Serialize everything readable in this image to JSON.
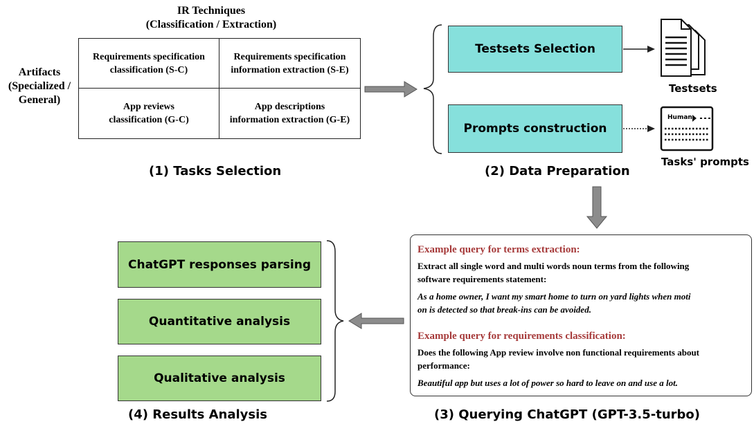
{
  "tasks": {
    "ir_title_line1": "IR Techniques",
    "ir_title_line2": "(Classification / Extraction)",
    "artifacts_line1": "Artifacts",
    "artifacts_line2": "(Specialized /",
    "artifacts_line3": "General)",
    "cell_sc_line1": "Requirements specification",
    "cell_sc_line2": "classification (S-C)",
    "cell_se_line1": "Requirements specification",
    "cell_se_line2": "information extraction (S-E)",
    "cell_gc_line1": "App reviews",
    "cell_gc_line2": "classification (G-C)",
    "cell_ge_line1": "App descriptions",
    "cell_ge_line2": "information extraction (G-E)",
    "label": "(1) Tasks Selection"
  },
  "data_preparation": {
    "testsets_box": "Testsets Selection",
    "prompts_box": "Prompts construction",
    "testsets_icon_label": "Testsets",
    "prompts_icon_label": "Tasks' prompts",
    "human_text": "Human",
    "label": "(2) Data Preparation"
  },
  "querying": {
    "terms_heading": "Example query for terms extraction:",
    "terms_line1": "Extract all single word and multi words noun terms from the following",
    "terms_line2": "software requirements statement:",
    "terms_example_line1": "As a home owner, I want my smart home to turn on yard lights when moti",
    "terms_example_line2": "on is detected so that break-ins can be avoided.",
    "class_heading": "Example query for requirements classification:",
    "class_line1": "Does the following App review involve non  functional requirements about",
    "class_line2": "performance:",
    "class_example": "Beautiful app but uses a lot of power so hard to leave on and use a lot.",
    "label": "(3) Querying ChatGPT (GPT-3.5-turbo)"
  },
  "results": {
    "parsing_box": "ChatGPT responses parsing",
    "quantitative_box": "Quantitative analysis",
    "qualitative_box": "Qualitative analysis",
    "label": "(4) Results Analysis"
  },
  "colors": {
    "teal": "#86e0dc",
    "green": "#a5d98b",
    "heading_red": "#a63a3a",
    "arrow_gray": "#8c8c8c"
  }
}
